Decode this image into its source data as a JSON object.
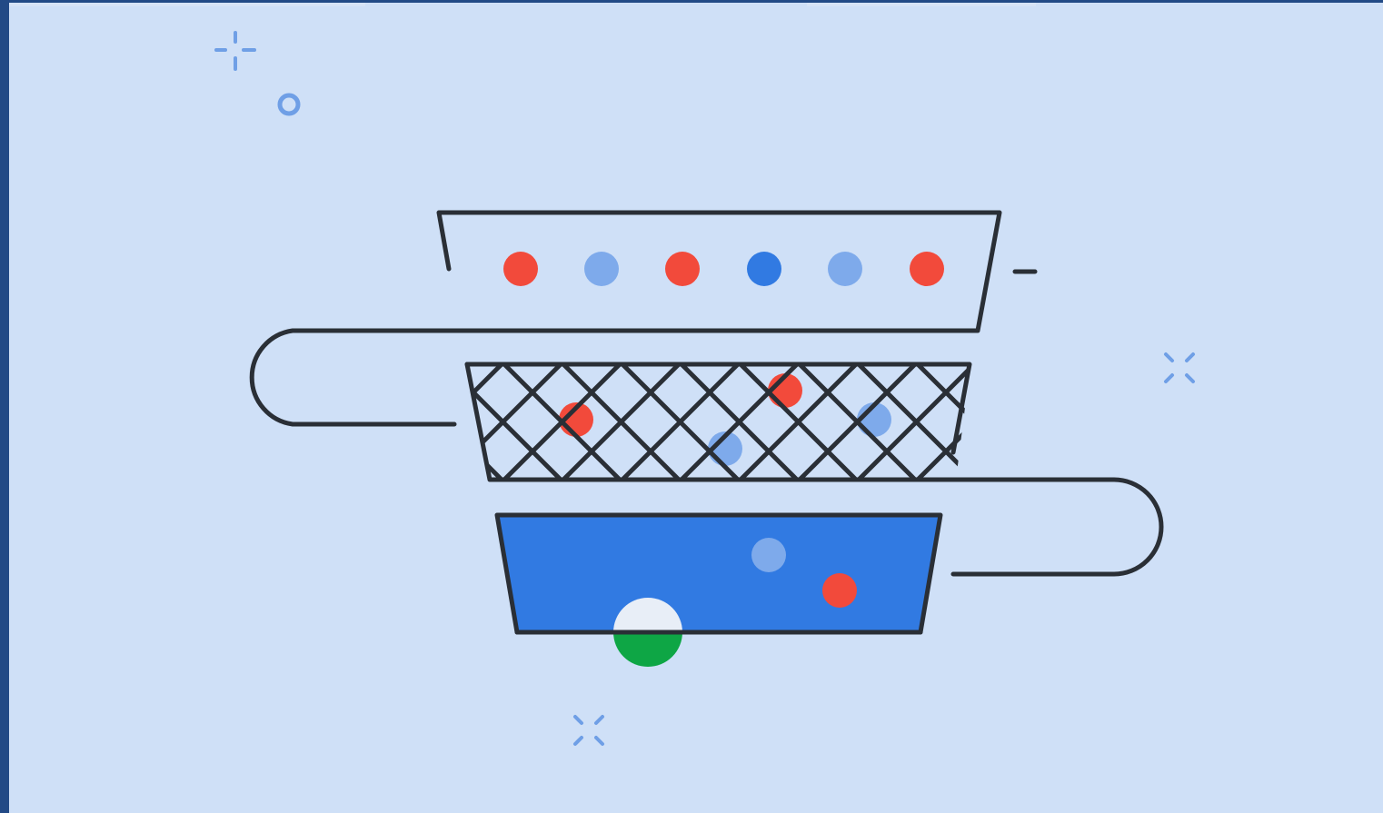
{
  "illustration": {
    "background_color": "#cfe0f7",
    "frame_color": "#224a86",
    "outline_color": "#2a2f36",
    "palette": {
      "red": "#f24a3b",
      "light_blue": "#7eaaeb",
      "blue": "#317ae2",
      "green": "#0ea645",
      "white": "#e8eef7",
      "sparkle": "#6f9fe6"
    },
    "top_tray": {
      "dots": [
        "red",
        "light_blue",
        "red",
        "blue",
        "light_blue",
        "red"
      ]
    },
    "mesh_filter": {
      "dots": [
        "red",
        "light_blue",
        "red",
        "light_blue"
      ]
    },
    "bottom_bucket": {
      "fill": "blue",
      "dots": [
        "light_blue",
        "red"
      ]
    },
    "result_ball": [
      "white",
      "green"
    ],
    "decorations": [
      "sparkle-plus-icon",
      "sparkle-ring-icon",
      "sparkle-burst-icon",
      "sparkle-burst-icon"
    ]
  }
}
